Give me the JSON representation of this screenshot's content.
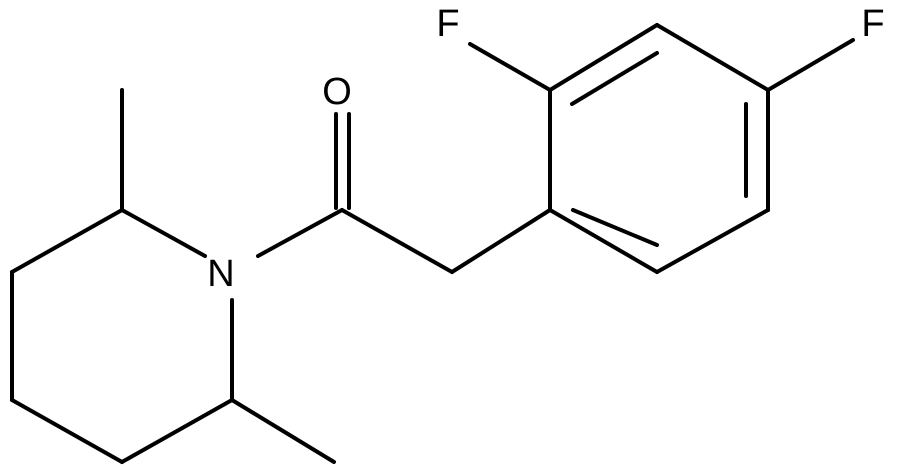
{
  "molecule": {
    "atom_labels": {
      "oxygen": "O",
      "nitrogen": "N",
      "fluorine_ortho": "F",
      "fluorine_para": "F"
    }
  }
}
